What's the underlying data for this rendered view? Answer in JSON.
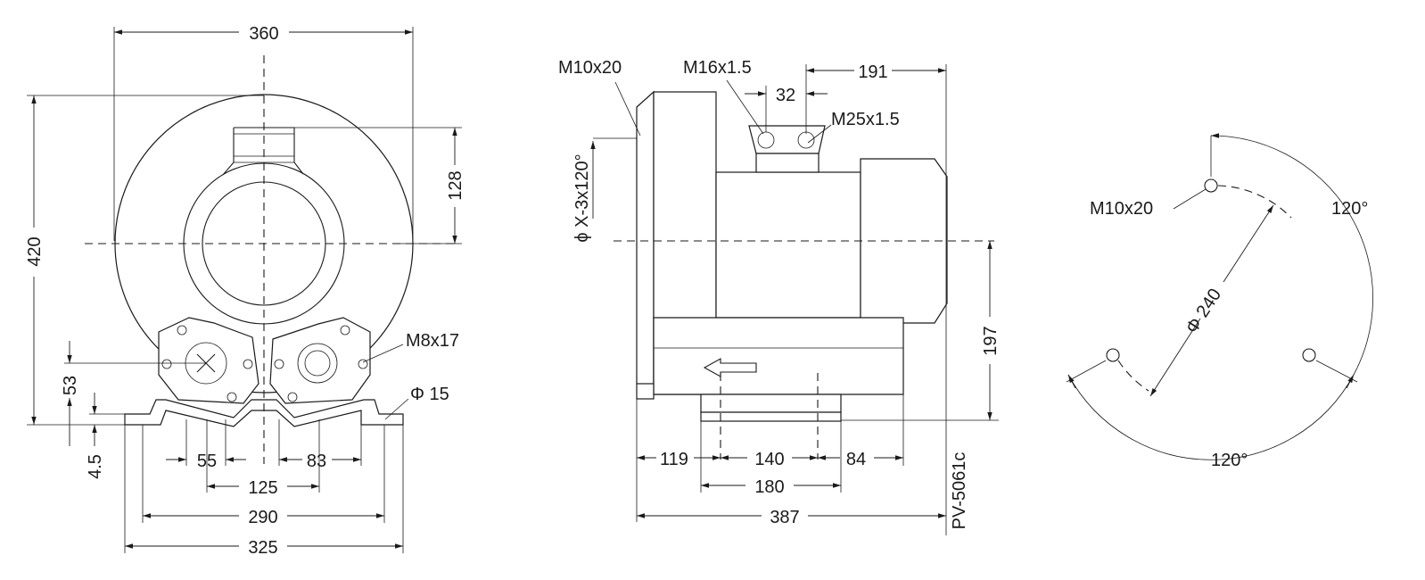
{
  "front_view": {
    "dims": {
      "width_overall": "360",
      "height_overall": "420",
      "outlet_offset": "128",
      "foot_height": "53",
      "foot_thickness": "4.5",
      "hole_left": "55",
      "hole_right": "83",
      "hole_spacing": "125",
      "mount_290": "290",
      "mount_325": "325"
    },
    "threads": {
      "flange_thread": "M8x17",
      "foot_hole": "Φ 15"
    }
  },
  "side_view": {
    "dims": {
      "motor_offset": "191",
      "port_spacing": "32",
      "axis_height": "197",
      "front_offset": "119",
      "foot_140": "140",
      "rear_offset": "84",
      "foot_180": "180",
      "length_overall": "387"
    },
    "threads": {
      "flange_thread": "M10x20",
      "port_small": "M16x1.5",
      "port_large": "M25x1.5",
      "flange_holes": "ϕ X-3x120°"
    },
    "model": "PV-5061c"
  },
  "flange_view": {
    "thread": "M10x20",
    "angle_top": "120°",
    "angle_bottom": "120°",
    "pitch_circle": "Φ 240"
  }
}
